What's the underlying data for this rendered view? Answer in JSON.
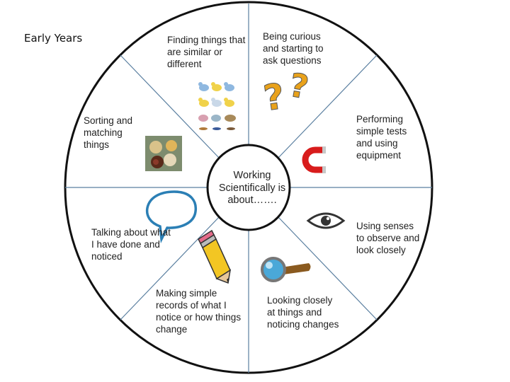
{
  "corner_title": "Early Years",
  "center_text": "Working Scientifically is about…….",
  "segments": [
    {
      "key": "similar",
      "text": "Finding things that are similar or different",
      "icon": "birds-picture-icon"
    },
    {
      "key": "curious",
      "text": "Being curious and starting to ask questions",
      "icon": "question-marks-icon"
    },
    {
      "key": "tests",
      "text": "Performing simple tests and using equipment",
      "icon": "magnet-icon"
    },
    {
      "key": "senses",
      "text": "Using senses to observe and look closely",
      "icon": "eye-icon"
    },
    {
      "key": "looking",
      "text": "Looking closely at things and noticing changes",
      "icon": "magnifying-glass-icon"
    },
    {
      "key": "records",
      "text": "Making simple records of what I notice or how things change",
      "icon": "pencil-icon"
    },
    {
      "key": "talking",
      "text": "Talking about what I have done and noticed",
      "icon": "speech-bubble-icon"
    },
    {
      "key": "sorting",
      "text": "Sorting and matching things",
      "icon": "sorting-bowls-icon"
    }
  ],
  "colors": {
    "outline": "#111111",
    "divider": "#5a7fa0",
    "question_marks": "#e9a21b",
    "magnet": "#d81c1c",
    "magnifier_lens": "#4aa8d8",
    "pencil": "#f3c623"
  }
}
